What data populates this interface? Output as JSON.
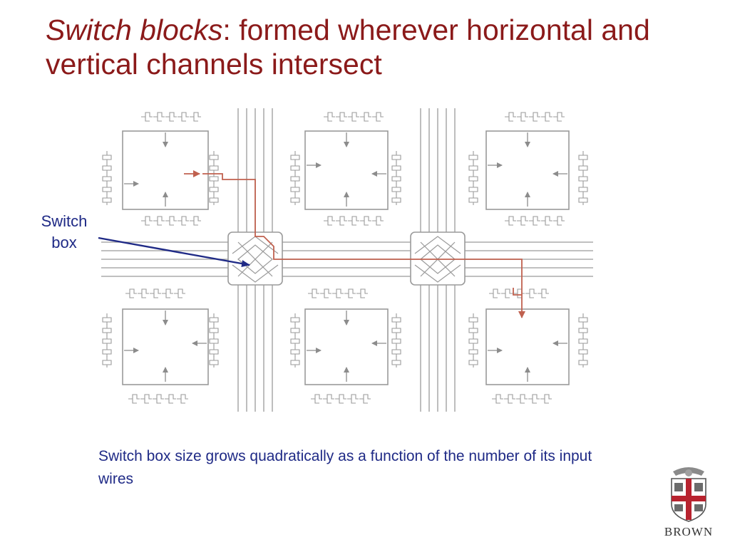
{
  "title": {
    "emphasis": "Switch blocks",
    "rest": ": formed wherever horizontal and vertical channels intersect"
  },
  "callout": {
    "line1": "Switch",
    "line2": "box"
  },
  "caption": "Switch box size grows quadratically as a function of the number of its input wires",
  "logo": {
    "wordmark": "BROWN"
  },
  "colors": {
    "title": "#8b1a1a",
    "text": "#1f2a86",
    "wire": "#9a9a9a",
    "route": "#c0614f",
    "shield_red": "#b8232f"
  },
  "icons": [
    "connection-box-icon",
    "switch-box-icon",
    "brown-shield-icon"
  ]
}
